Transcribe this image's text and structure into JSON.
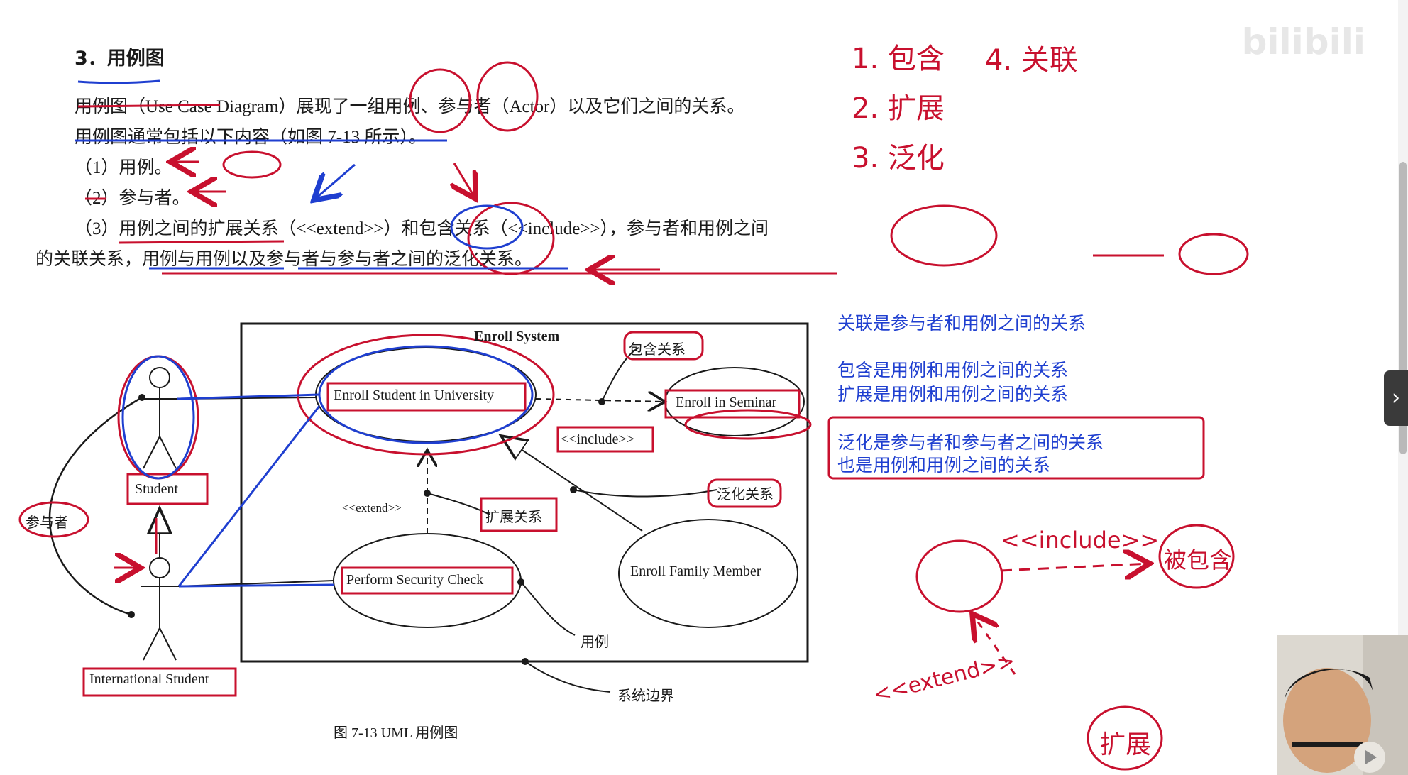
{
  "doc": {
    "heading": "3．用例图",
    "para1": "用例图（Use Case Diagram）展现了一组用例、参与者（Actor）以及它们之间的关系。",
    "para2": "用例图通常包括以下内容（如图 7-13 所示）。",
    "item1": "（1）用例。",
    "item2": "（2）参与者。",
    "item3a": "（3）用例之间的扩展关系（<<extend>>）和包含关系（<<include>>），参与者和用例之间",
    "item3b": "的关联关系，用例与用例以及参与者与参与者之间的泛化关系。",
    "caption": "图 7-13    UML 用例图"
  },
  "diagram": {
    "system_title": "Enroll System",
    "uc_enroll_university": "Enroll Student in University",
    "uc_enroll_seminar": "Enroll in Seminar",
    "uc_security_check": "Perform Security Check",
    "uc_family_member": "Enroll Family Member",
    "actor_student": "Student",
    "actor_international": "International Student",
    "stereo_include": "<<include>>",
    "stereo_extend": "<<extend>>",
    "callout_include": "包含关系",
    "callout_generalization": "泛化关系",
    "callout_extend": "扩展关系",
    "callout_use_case": "用例",
    "callout_boundary": "系统边界",
    "callout_actor": "参与者"
  },
  "notes": {
    "association": "关联是参与者和用例之间的关系",
    "include": "包含是用例和用例之间的关系",
    "extend": "扩展是用例和用例之间的关系",
    "generalization1": "泛化是参与者和参与者之间的关系",
    "generalization2": "也是用例和用例之间的关系"
  },
  "handwriting": {
    "list1": "1. 包含",
    "list2": "2. 扩展",
    "list3": "3. 泛化",
    "list4": "4. 关联",
    "include_tag": "<<include>>",
    "extend_tag": "<<extend>>",
    "included": "被包含",
    "extended": "扩展"
  },
  "colors": {
    "pen_red": "#c8102e",
    "pen_blue": "#1f3fd0",
    "print_black": "#1a1a1a"
  }
}
